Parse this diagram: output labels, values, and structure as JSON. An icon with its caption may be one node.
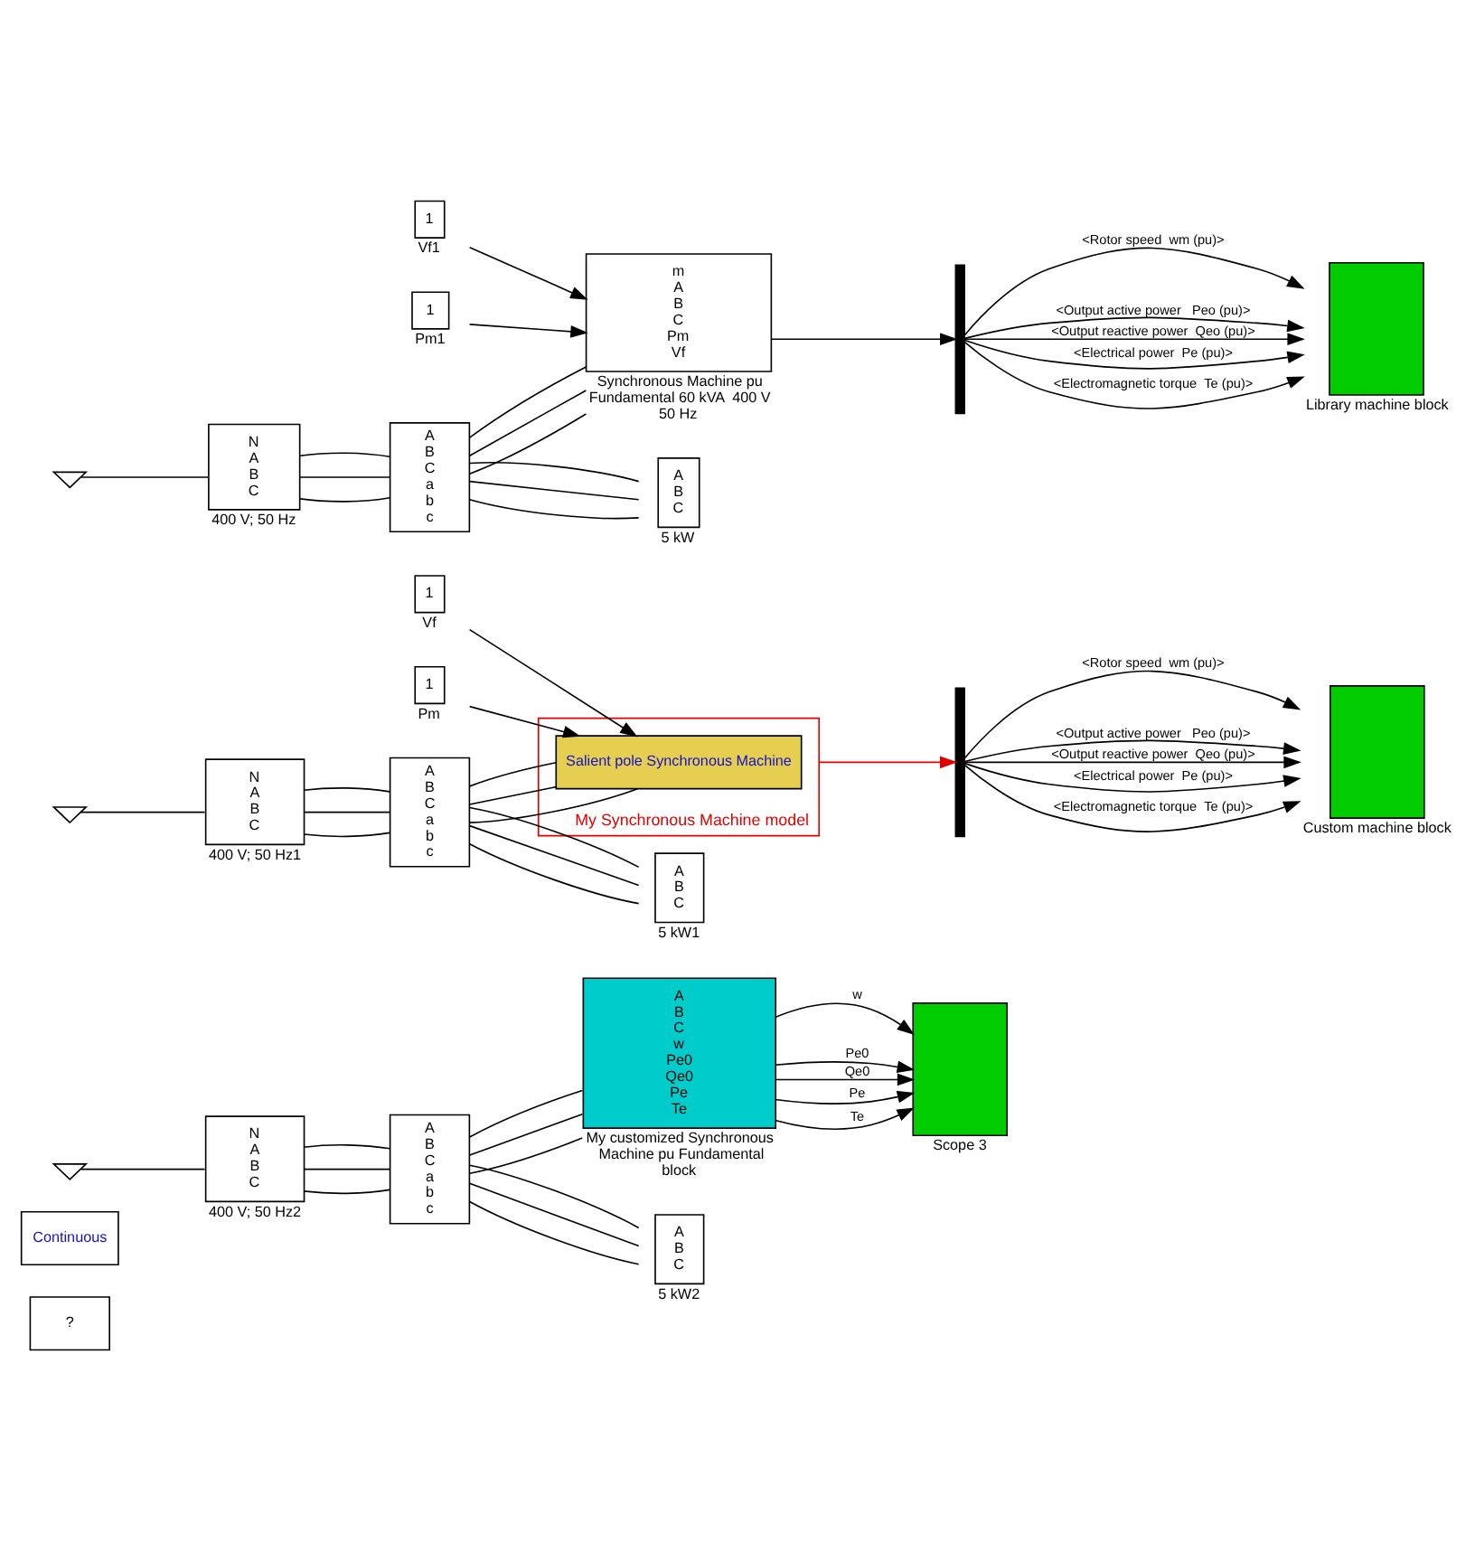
{
  "diagram": {
    "nodes": [
      {
        "text": [
          "N",
          "A",
          "B",
          "C"
        ],
        "beside": [
          "400 V; 50 Hz"
        ]
      },
      {
        "text": [],
        "shape": "ground"
      },
      {
        "text": [
          "A",
          "B",
          "C",
          "a",
          "b",
          "c"
        ]
      },
      {
        "text": [
          "A",
          "B",
          "C"
        ],
        "beside": [
          "5 kW"
        ]
      },
      {
        "text": [
          "m",
          "A",
          "B",
          "C",
          "Pm",
          "Vf"
        ],
        "beside": [
          "Synchronous Machine pu Fundamental 60 kVA  400 V 50 Hz"
        ]
      },
      {
        "text": [
          "1"
        ],
        "beside": [
          "Pm1"
        ]
      },
      {
        "text": [
          "1"
        ],
        "beside": [
          "Vf1"
        ]
      },
      {
        "text": [],
        "shape": "bar"
      },
      {
        "text": [],
        "shape": "box",
        "beside": [
          "Library machine block"
        ]
      },
      {
        "text": [
          "N",
          "A",
          "B",
          "C"
        ],
        "beside": [
          "400 V; 50 Hz1"
        ]
      },
      {
        "text": [],
        "shape": "ground"
      },
      {
        "text": [
          "A",
          "B",
          "C",
          "a",
          "b",
          "c"
        ]
      },
      {
        "text": [
          "A",
          "B",
          "C"
        ],
        "beside": [
          "5 kW1"
        ]
      },
      {
        "text": [
          "My Synchronous Machine model"
        ]
      },
      {
        "text": [
          "Salient pole Synchronous Machine"
        ],
        "in": 13
      },
      {
        "text": [
          "1"
        ],
        "beside": [
          "Pm"
        ]
      },
      {
        "text": [
          "1"
        ],
        "beside": [
          "Vf"
        ]
      },
      {
        "text": [],
        "shape": "bar"
      },
      {
        "text": [],
        "shape": "box",
        "beside": [
          "Custom machine block"
        ]
      },
      {
        "text": [
          "N",
          "A",
          "B",
          "C"
        ],
        "beside": [
          "400 V; 50 Hz2"
        ]
      },
      {
        "text": [],
        "shape": "ground"
      },
      {
        "text": [
          "A",
          "B",
          "C",
          "a",
          "b",
          "c"
        ]
      },
      {
        "text": [
          "A",
          "B",
          "C"
        ],
        "beside": [
          "5 kW2"
        ]
      },
      {
        "text": [
          "A",
          "B",
          "C",
          "w",
          "Pe0",
          "Qe0",
          "Pe",
          "Te"
        ],
        "beside": [
          "My customized Synchronous Machine pu Fundamental block"
        ]
      },
      {
        "text": [],
        "shape": "box",
        "beside": [
          "Scope 3"
        ]
      },
      {
        "text": [
          "Continuous"
        ]
      },
      {
        "text": [
          "?"
        ]
      }
    ],
    "edges": [
      {
        "from": 1,
        "to": 0,
        "arrow": "none"
      },
      {
        "from": 0,
        "to": 2,
        "arrow": "none"
      },
      {
        "from": 0,
        "to": 2,
        "arrow": "none"
      },
      {
        "from": 0,
        "to": 2,
        "arrow": "none"
      },
      {
        "from": 2,
        "to": 4,
        "arrow": "none"
      },
      {
        "from": 2,
        "to": 4,
        "arrow": "none"
      },
      {
        "from": 2,
        "to": 4,
        "arrow": "none"
      },
      {
        "from": 2,
        "to": 3,
        "arrow": "none"
      },
      {
        "from": 2,
        "to": 3,
        "arrow": "none"
      },
      {
        "from": 2,
        "to": 3,
        "arrow": "none"
      },
      {
        "from": 5,
        "to": 4,
        "arrow": "to"
      },
      {
        "from": 6,
        "to": 4,
        "arrow": "to"
      },
      {
        "from": 4,
        "to": 7,
        "arrow": "to"
      },
      {
        "from": 7,
        "to": 8,
        "arrow": "to",
        "label": "<Rotor speed  wm (pu)>"
      },
      {
        "from": 7,
        "to": 8,
        "arrow": "to",
        "label": "<Output active power   Peo (pu)>"
      },
      {
        "from": 7,
        "to": 8,
        "arrow": "to",
        "label": "<Output reactive power  Qeo (pu)>"
      },
      {
        "from": 7,
        "to": 8,
        "arrow": "to",
        "label": "<Electrical power  Pe (pu)>"
      },
      {
        "from": 7,
        "to": 8,
        "arrow": "to",
        "label": "<Electromagnetic torque  Te (pu)>"
      },
      {
        "from": 10,
        "to": 9,
        "arrow": "none"
      },
      {
        "from": 9,
        "to": 11,
        "arrow": "none"
      },
      {
        "from": 9,
        "to": 11,
        "arrow": "none"
      },
      {
        "from": 9,
        "to": 11,
        "arrow": "none"
      },
      {
        "from": 11,
        "to": 14,
        "arrow": "none"
      },
      {
        "from": 11,
        "to": 14,
        "arrow": "none"
      },
      {
        "from": 11,
        "to": 14,
        "arrow": "none"
      },
      {
        "from": 11,
        "to": 12,
        "arrow": "none"
      },
      {
        "from": 11,
        "to": 12,
        "arrow": "none"
      },
      {
        "from": 11,
        "to": 12,
        "arrow": "none"
      },
      {
        "from": 15,
        "to": 14,
        "arrow": "to"
      },
      {
        "from": 16,
        "to": 14,
        "arrow": "to"
      },
      {
        "from": 13,
        "to": 17,
        "arrow": "to",
        "color": "#e00000"
      },
      {
        "from": 17,
        "to": 18,
        "arrow": "to",
        "label": "<Rotor speed  wm (pu)>"
      },
      {
        "from": 17,
        "to": 18,
        "arrow": "to",
        "label": "<Output active power   Peo (pu)>"
      },
      {
        "from": 17,
        "to": 18,
        "arrow": "to",
        "label": "<Output reactive power  Qeo (pu)>"
      },
      {
        "from": 17,
        "to": 18,
        "arrow": "to",
        "label": "<Electrical power  Pe (pu)>"
      },
      {
        "from": 17,
        "to": 18,
        "arrow": "to",
        "label": "<Electromagnetic torque  Te (pu)>"
      },
      {
        "from": 20,
        "to": 19,
        "arrow": "none"
      },
      {
        "from": 19,
        "to": 21,
        "arrow": "none"
      },
      {
        "from": 19,
        "to": 21,
        "arrow": "none"
      },
      {
        "from": 19,
        "to": 21,
        "arrow": "none"
      },
      {
        "from": 21,
        "to": 23,
        "arrow": "none"
      },
      {
        "from": 21,
        "to": 23,
        "arrow": "none"
      },
      {
        "from": 21,
        "to": 23,
        "arrow": "none"
      },
      {
        "from": 21,
        "to": 22,
        "arrow": "none"
      },
      {
        "from": 21,
        "to": 22,
        "arrow": "none"
      },
      {
        "from": 21,
        "to": 22,
        "arrow": "none"
      },
      {
        "from": 23,
        "to": 24,
        "arrow": "to",
        "label": "w"
      },
      {
        "from": 23,
        "to": 24,
        "arrow": "to",
        "label": "Pe0"
      },
      {
        "from": 23,
        "to": 24,
        "arrow": "to",
        "label": "Qe0"
      },
      {
        "from": 23,
        "to": 24,
        "arrow": "to",
        "label": "Pe"
      },
      {
        "from": 23,
        "to": 24,
        "arrow": "to",
        "label": "Te"
      }
    ]
  }
}
